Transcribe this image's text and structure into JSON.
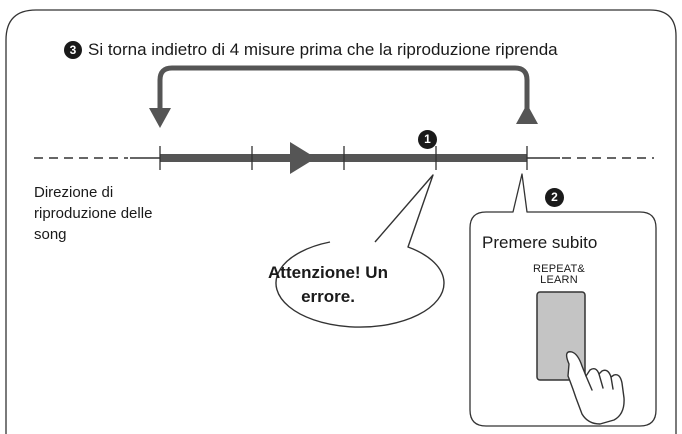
{
  "step3": {
    "number": "3",
    "text": "Si torna indietro di 4 misure prima che la riproduzione riprenda"
  },
  "step1": {
    "number": "1"
  },
  "step2": {
    "number": "2"
  },
  "direction": {
    "text": "Direzione di riproduzione delle song"
  },
  "bubble": {
    "text": "Attenzione! Un errore."
  },
  "press_panel": {
    "label": "Premere subito",
    "button_label": "REPEAT& LEARN"
  },
  "colors": {
    "track": "#555555",
    "button_fill": "#c4c4c4",
    "outline": "#333333"
  },
  "icons": [
    "hand-pointer-icon",
    "arrow-right-icon",
    "arrow-down-icon",
    "arrow-up-icon"
  ]
}
